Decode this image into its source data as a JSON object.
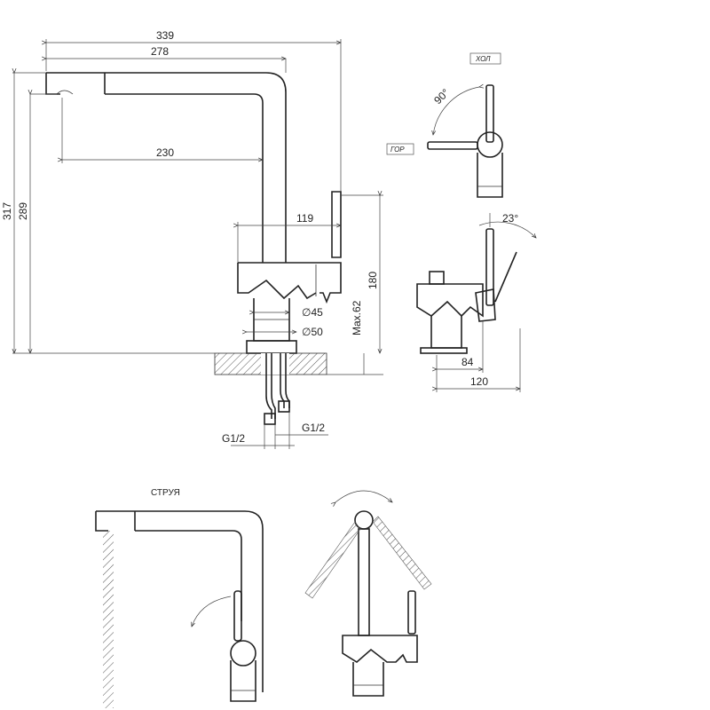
{
  "dims": {
    "w339": "339",
    "w278": "278",
    "w230": "230",
    "w119": "119",
    "h317": "317",
    "h289": "289",
    "h180": "180",
    "max62": "Max.62",
    "d45": "∅45",
    "d50": "∅50",
    "g12_left": "G1/2",
    "g12_right": "G1/2",
    "w84": "84",
    "w120": "120",
    "ang90": "90°",
    "ang23": "23°"
  },
  "labels": {
    "hol": "ХОЛ",
    "gor": "ГОР",
    "struya": "СТРУЯ"
  },
  "colors": {
    "line": "#222222",
    "hatch": "#555555",
    "background": "#ffffff"
  }
}
